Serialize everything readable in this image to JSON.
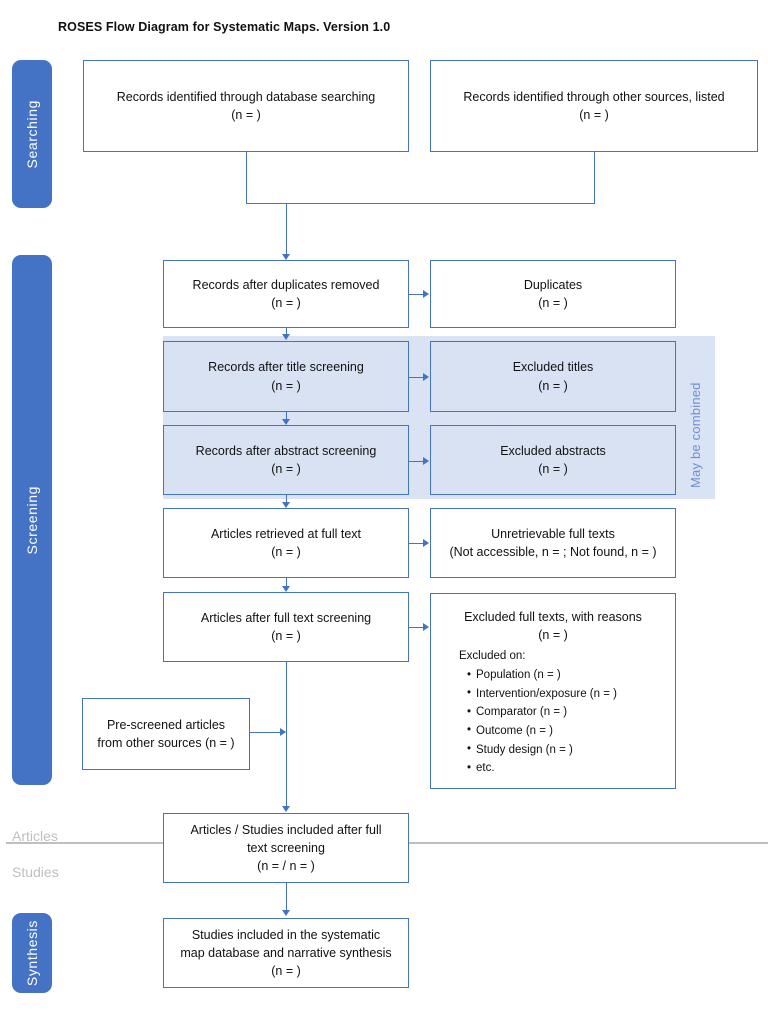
{
  "title": "ROSES Flow Diagram for Systematic Maps. Version 1.0",
  "colors": {
    "stage_bar": "#4472C4",
    "box_border": "#4472C4",
    "shaded_box_fill": "#D9E2F3",
    "combine_panel_fill": "#DAE3F3",
    "combine_label": "#6E8FD0",
    "grey_label": "#BFBFBF",
    "connector": "#4472C4"
  },
  "stages": {
    "searching": "Searching",
    "screening": "Screening",
    "articles": "Articles",
    "studies": "Studies",
    "synthesis": "Synthesis"
  },
  "combine_note": "May be combined",
  "boxes": {
    "db_search": {
      "line1": "Records identified through database searching",
      "line2": "(n = )"
    },
    "other_sources": {
      "line1": "Records identified through other sources, listed",
      "line2": "(n = )"
    },
    "after_duplicates": {
      "line1": "Records after duplicates removed",
      "line2": "(n = )"
    },
    "duplicates": {
      "line1": "Duplicates",
      "line2": "(n = )"
    },
    "after_title": {
      "line1": "Records after title screening",
      "line2": "(n = )"
    },
    "excluded_titles": {
      "line1": "Excluded titles",
      "line2": "(n = )"
    },
    "after_abstract": {
      "line1": "Records after abstract screening",
      "line2": "(n = )"
    },
    "excluded_abstracts": {
      "line1": "Excluded abstracts",
      "line2": "(n = )"
    },
    "retrieved_full_text": {
      "line1": "Articles retrieved at full text",
      "line2": "(n = )"
    },
    "unretrievable": {
      "line1": "Unretrievable full texts",
      "line2": "(Not accessible,  n = ; Not found, n = )"
    },
    "after_full_text": {
      "line1": "Articles after full text screening",
      "line2": "(n = )"
    },
    "excluded_full_texts": {
      "line1": "Excluded full texts, with reasons",
      "line2": "(n = )",
      "reasons_head": "Excluded on:",
      "reasons": [
        "Population (n = )",
        "Intervention/exposure (n = )",
        "Comparator (n = )",
        "Outcome (n = )",
        "Study design (n = )",
        "etc."
      ]
    },
    "pre_screened": {
      "line1": "Pre-screened articles",
      "line2": "from other sources (n = )"
    },
    "included_after_full_text": {
      "line1": "Articles / Studies included after full",
      "line2": "text screening",
      "line3": "(n = / n = )"
    },
    "synthesis_included": {
      "line1": "Studies included in the systematic",
      "line2": "map database and narrative synthesis",
      "line3": "(n = )"
    }
  }
}
